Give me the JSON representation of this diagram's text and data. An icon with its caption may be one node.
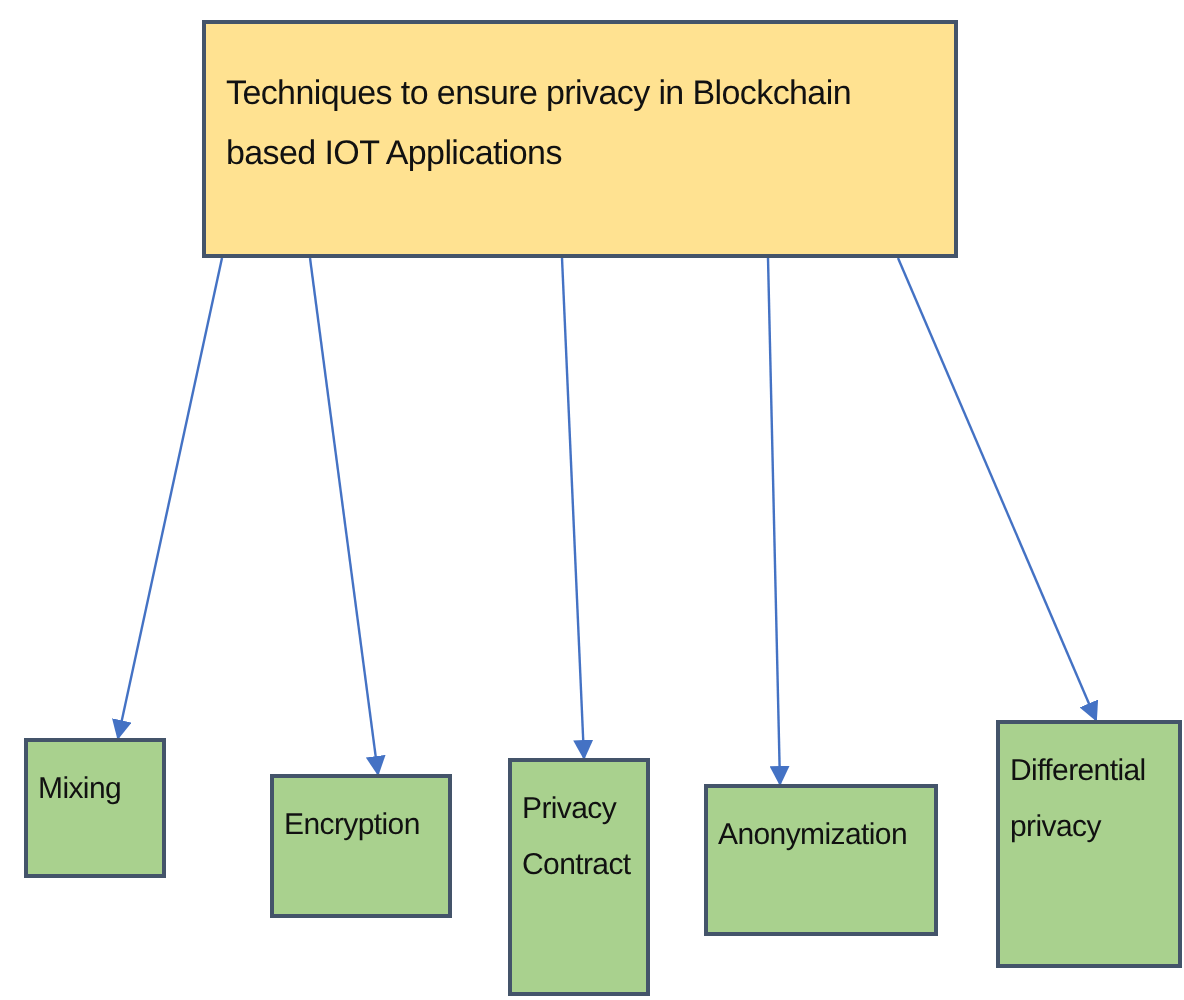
{
  "diagram": {
    "nodes": [
      {
        "text": [
          "Techniques to ensure privacy in Blockchain based IOT Applications"
        ]
      },
      {
        "text": [
          "Mixing"
        ]
      },
      {
        "text": [
          "Encryption"
        ]
      },
      {
        "text": [
          "Privacy Contract"
        ]
      },
      {
        "text": [
          "Anonymization"
        ]
      },
      {
        "text": [
          "Differential privacy"
        ]
      }
    ],
    "edges": [
      {
        "from": 0,
        "to": 1,
        "arrow": "to"
      },
      {
        "from": 0,
        "to": 2,
        "arrow": "to"
      },
      {
        "from": 0,
        "to": 3,
        "arrow": "to"
      },
      {
        "from": 0,
        "to": 4,
        "arrow": "to"
      },
      {
        "from": 0,
        "to": 5,
        "arrow": "to"
      }
    ]
  }
}
